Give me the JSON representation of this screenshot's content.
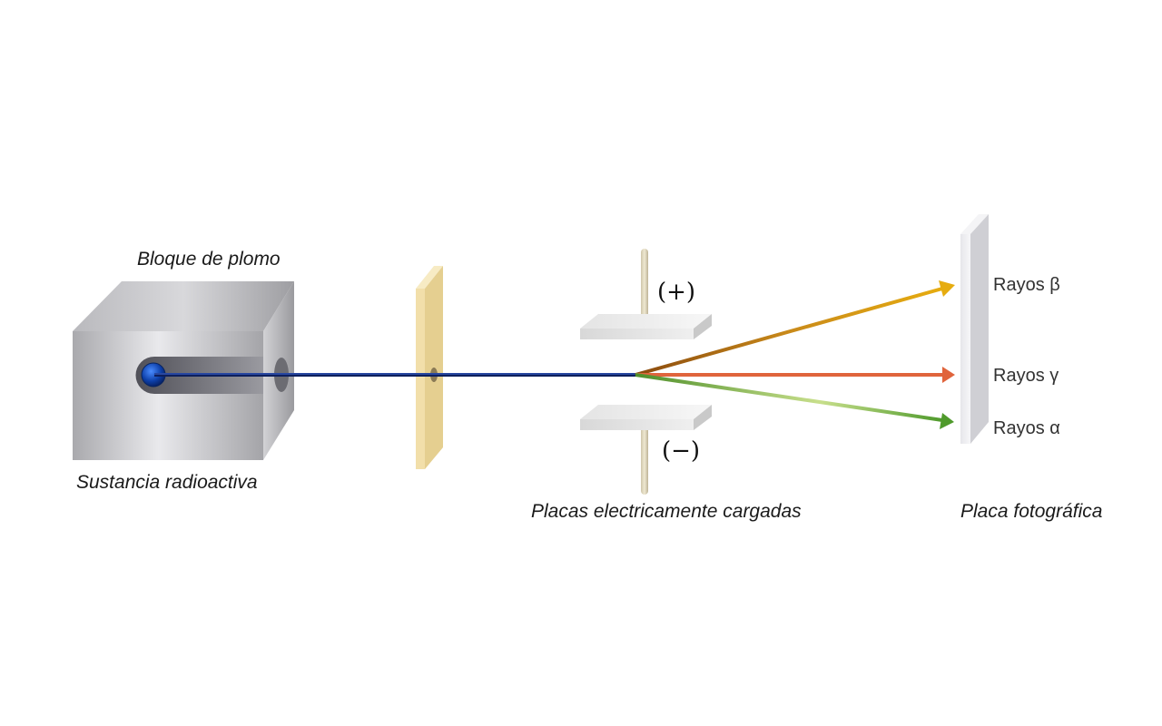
{
  "labels": {
    "lead_block": "Bloque de plomo",
    "radioactive_substance": "Sustancia radioactiva",
    "charged_plates": "Placas electricamente cargadas",
    "photo_plate": "Placa fotográfica"
  },
  "plates": {
    "positive_sign": "(+)",
    "negative_sign": "(−)"
  },
  "rays": {
    "beta": "Rayos β",
    "gamma": "Rayos γ",
    "alpha": "Rayos α"
  },
  "colors": {
    "beam": "#1f3a8a",
    "beta_ray": "#e0a800",
    "gamma_ray": "#e0643c",
    "alpha_ray": "#5a9a2e",
    "collimator": "#f2dfaa",
    "lead_block": "#c9c9cc"
  }
}
